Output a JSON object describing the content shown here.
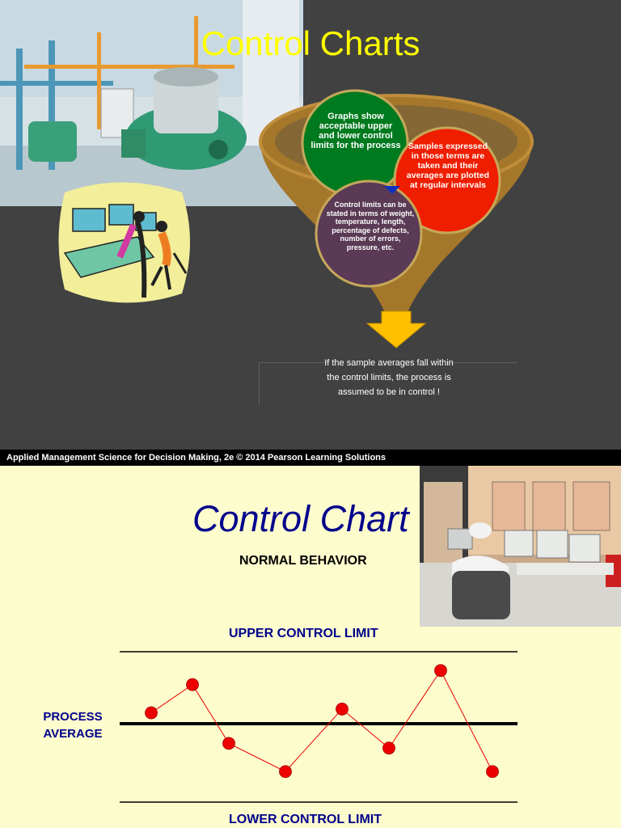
{
  "slide1": {
    "title": "Control Charts",
    "bubble_green": "Graphs show acceptable upper and lower control limits for the process",
    "bubble_red": "Samples expressed in those terms are taken and their averages are plotted at regular intervals",
    "bubble_purple": "Control limits can be stated in terms of weight, temperature, length, percentage of defects, number of errors, pressure, etc.",
    "conclusion": "If the sample averages fall within the control limits, the process is assumed to be in control !",
    "colors": {
      "background": "#414141",
      "title": "#ffff00",
      "green": "#007a1e",
      "red": "#f01e00",
      "purple": "#5a3a55",
      "funnel": "#a5772a",
      "arrow": "#ffc000"
    }
  },
  "footer": {
    "text": "Applied Management Science for Decision Making, 2e © 2014 Pearson Learning Solutions"
  },
  "slide2": {
    "title": "Control Chart",
    "subtitle": "NORMAL BEHAVIOR",
    "ucl_label": "UPPER CONTROL LIMIT",
    "lcl_label": "LOWER CONTROL LIMIT",
    "center_label_1": "PROCESS",
    "center_label_2": "AVERAGE",
    "colors": {
      "background": "#fdfccd",
      "labels": "#00008b",
      "points": "#ee0000"
    }
  },
  "chart_data": {
    "type": "line",
    "title": "",
    "xlabel": "",
    "ylabel": "",
    "x": [
      1,
      2,
      3,
      4,
      5,
      6,
      7,
      8
    ],
    "values": [
      0.3,
      0.9,
      -0.35,
      -0.95,
      0.38,
      -0.45,
      1.2,
      -0.95
    ],
    "ylim": [
      -1.6,
      1.6
    ],
    "upper_control_limit": 1.6,
    "lower_control_limit": -1.6,
    "process_average": 0,
    "grid": false,
    "legend": "none"
  }
}
